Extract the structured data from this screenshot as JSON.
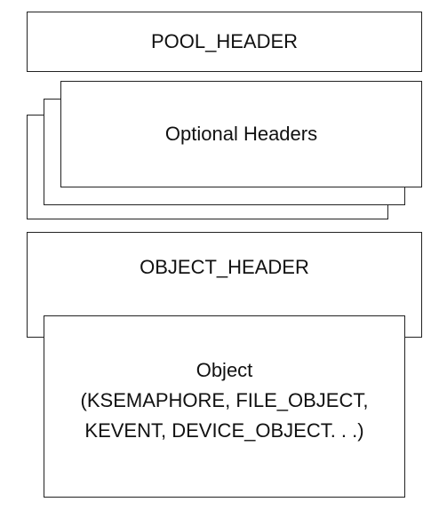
{
  "diagram": {
    "pool_header": {
      "label": "POOL_HEADER"
    },
    "optional_headers": {
      "label": "Optional Headers"
    },
    "object_header": {
      "label": "OBJECT_HEADER"
    },
    "object": {
      "label": "Object\n(KSEMAPHORE, FILE_OBJECT,\nKEVENT, DEVICE_OBJECT. . .)"
    }
  }
}
